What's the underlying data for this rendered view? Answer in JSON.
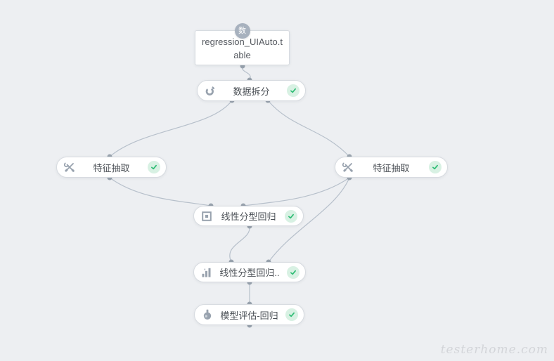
{
  "app": {
    "view": "ml-pipeline-canvas",
    "watermark": "testerhome.com"
  },
  "colors": {
    "canvas_bg": "#edeff2",
    "node_bg": "#ffffff",
    "node_border": "#d7dbe0",
    "edge": "#b7c0cb",
    "port_dot": "#99a3ae",
    "icon_gray": "#98a2ae",
    "badge_bg": "#a7b1be",
    "badge_text": "#ffffff",
    "check_bg": "#d8f1e3",
    "check_mark": "#2fbd75",
    "label_text": "#4a4f55"
  },
  "nodes": [
    {
      "id": "dataset",
      "kind": "dataset-table",
      "label": "regression_UIAuto.table",
      "badge": "数"
    },
    {
      "id": "data-split",
      "label": "数据拆分",
      "icon": "pie-split-icon",
      "status": "success"
    },
    {
      "id": "feature-extract-left",
      "label": "特征抽取",
      "icon": "tools-icon",
      "status": "success"
    },
    {
      "id": "feature-extract-right",
      "label": "特征抽取",
      "icon": "tools-icon",
      "status": "success"
    },
    {
      "id": "linear-regression",
      "label": "线性分型回归",
      "icon": "model-square-icon",
      "status": "success"
    },
    {
      "id": "linear-regression-truncated",
      "label": "线性分型回归..",
      "icon": "bar-chart-icon",
      "status": "success"
    },
    {
      "id": "model-eval-regression",
      "label": "模型评估-回归",
      "icon": "flask-icon",
      "status": "success"
    }
  ],
  "edges": [
    {
      "from": "dataset",
      "to": "data-split"
    },
    {
      "from": "data-split",
      "to": "feature-extract-left"
    },
    {
      "from": "data-split",
      "to": "feature-extract-right"
    },
    {
      "from": "feature-extract-left",
      "to": "linear-regression"
    },
    {
      "from": "feature-extract-right",
      "to": "linear-regression"
    },
    {
      "from": "feature-extract-right",
      "to": "linear-regression-truncated"
    },
    {
      "from": "linear-regression",
      "to": "linear-regression-truncated"
    },
    {
      "from": "linear-regression-truncated",
      "to": "model-eval-regression"
    }
  ]
}
